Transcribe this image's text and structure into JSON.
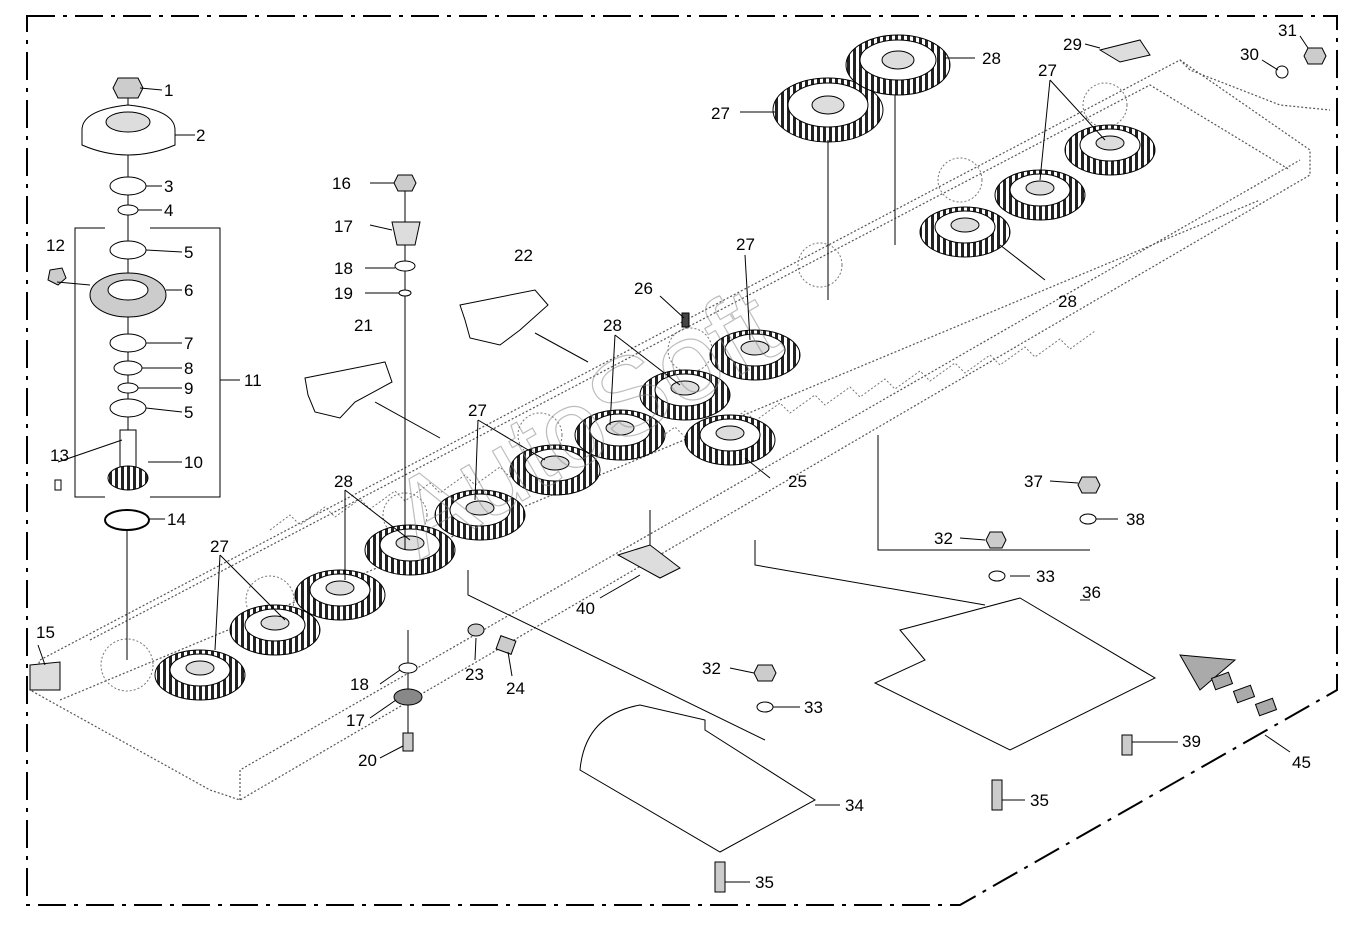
{
  "watermark": "AutoSoft",
  "part_callouts": [
    {
      "id": "c1",
      "label": "1"
    },
    {
      "id": "c2",
      "label": "2"
    },
    {
      "id": "c3",
      "label": "3"
    },
    {
      "id": "c4",
      "label": "4"
    },
    {
      "id": "c5a",
      "label": "5"
    },
    {
      "id": "c5b",
      "label": "5"
    },
    {
      "id": "c6",
      "label": "6"
    },
    {
      "id": "c7",
      "label": "7"
    },
    {
      "id": "c8",
      "label": "8"
    },
    {
      "id": "c9",
      "label": "9"
    },
    {
      "id": "c10",
      "label": "10"
    },
    {
      "id": "c11",
      "label": "11"
    },
    {
      "id": "c12",
      "label": "12"
    },
    {
      "id": "c13",
      "label": "13"
    },
    {
      "id": "c14",
      "label": "14"
    },
    {
      "id": "c15",
      "label": "15"
    },
    {
      "id": "c16",
      "label": "16"
    },
    {
      "id": "c17a",
      "label": "17"
    },
    {
      "id": "c17b",
      "label": "17"
    },
    {
      "id": "c18a",
      "label": "18"
    },
    {
      "id": "c18b",
      "label": "18"
    },
    {
      "id": "c19",
      "label": "19"
    },
    {
      "id": "c20",
      "label": "20"
    },
    {
      "id": "c21",
      "label": "21"
    },
    {
      "id": "c22",
      "label": "22"
    },
    {
      "id": "c23",
      "label": "23"
    },
    {
      "id": "c24",
      "label": "24"
    },
    {
      "id": "c25",
      "label": "25"
    },
    {
      "id": "c26",
      "label": "26"
    },
    {
      "id": "c27a",
      "label": "27"
    },
    {
      "id": "c27b",
      "label": "27"
    },
    {
      "id": "c27c",
      "label": "27"
    },
    {
      "id": "c27d",
      "label": "27"
    },
    {
      "id": "c27e",
      "label": "27"
    },
    {
      "id": "c28a",
      "label": "28"
    },
    {
      "id": "c28b",
      "label": "28"
    },
    {
      "id": "c28c",
      "label": "28"
    },
    {
      "id": "c28d",
      "label": "28"
    },
    {
      "id": "c29",
      "label": "29"
    },
    {
      "id": "c30",
      "label": "30"
    },
    {
      "id": "c31",
      "label": "31"
    },
    {
      "id": "c32a",
      "label": "32"
    },
    {
      "id": "c32b",
      "label": "32"
    },
    {
      "id": "c33a",
      "label": "33"
    },
    {
      "id": "c33b",
      "label": "33"
    },
    {
      "id": "c34",
      "label": "34"
    },
    {
      "id": "c35a",
      "label": "35"
    },
    {
      "id": "c35b",
      "label": "35"
    },
    {
      "id": "c36",
      "label": "36"
    },
    {
      "id": "c37",
      "label": "37"
    },
    {
      "id": "c38",
      "label": "38"
    },
    {
      "id": "c39",
      "label": "39"
    },
    {
      "id": "c40",
      "label": "40"
    },
    {
      "id": "c45",
      "label": "45"
    }
  ]
}
